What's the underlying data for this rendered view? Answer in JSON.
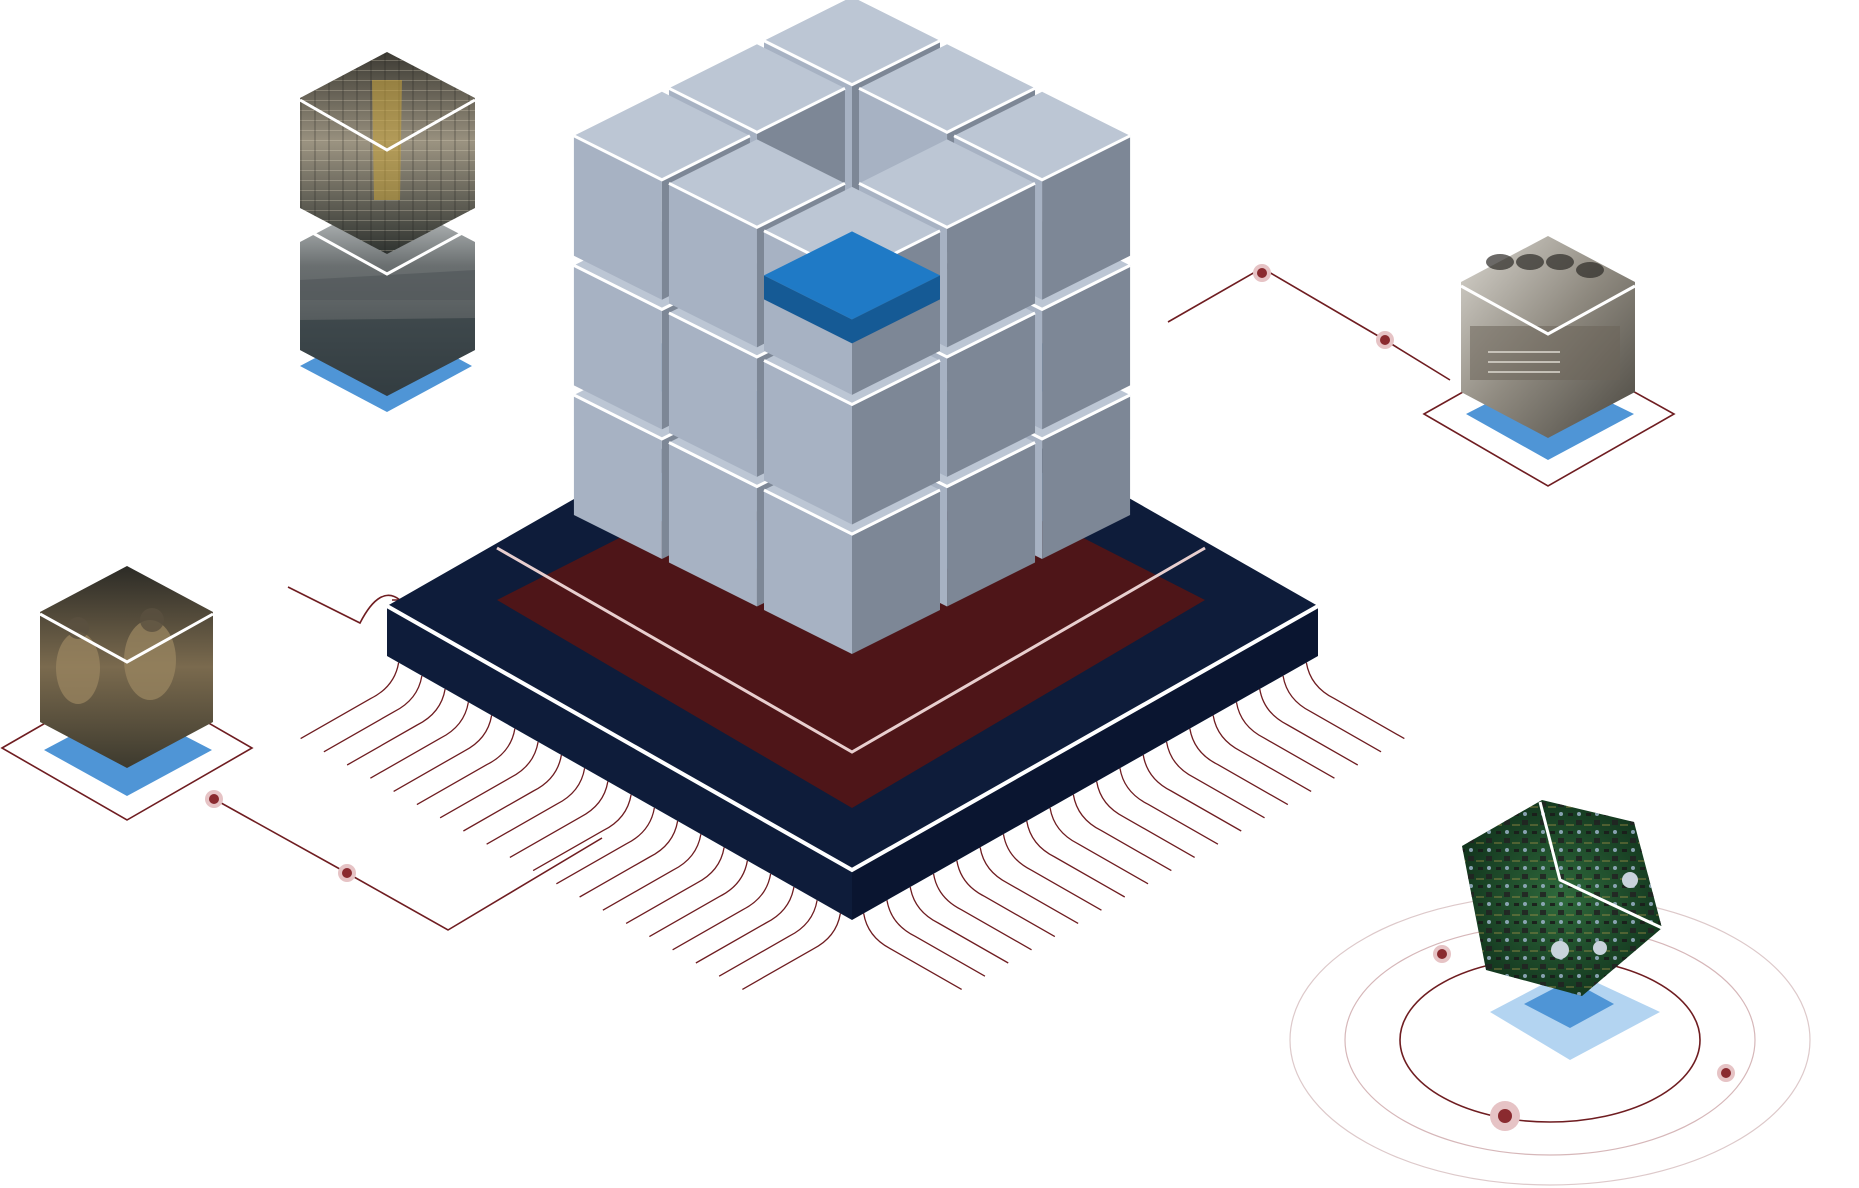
{
  "colors": {
    "background": "#ffffff",
    "cube_top": "#bcc6d4",
    "cube_left": "#a7b2c3",
    "cube_right": "#7d8796",
    "cube_edge": "#ffffff",
    "core_blue": "#1f7ac6",
    "core_blue_dark": "#155a95",
    "accent_blue": "#4f95d6",
    "chip_navy": "#0e1c3a",
    "chip_maroon": "#4e1518",
    "trace_line": "#6f1d21",
    "node_fill": "#8a2a2f",
    "node_halo": "#e6c3c5",
    "ripple": "#d6b7b9"
  },
  "icons": {
    "central_cube_cluster": "modular-cubes-icon",
    "chip": "processor-chip-icon",
    "tile_warehouse_ship": "warehouse-and-ship-photo-tile",
    "tile_vehicle": "vintage-truck-photo-tile",
    "tile_soldiers": "soldiers-photo-tile",
    "tile_circuit": "circuit-board-photo-tile"
  }
}
